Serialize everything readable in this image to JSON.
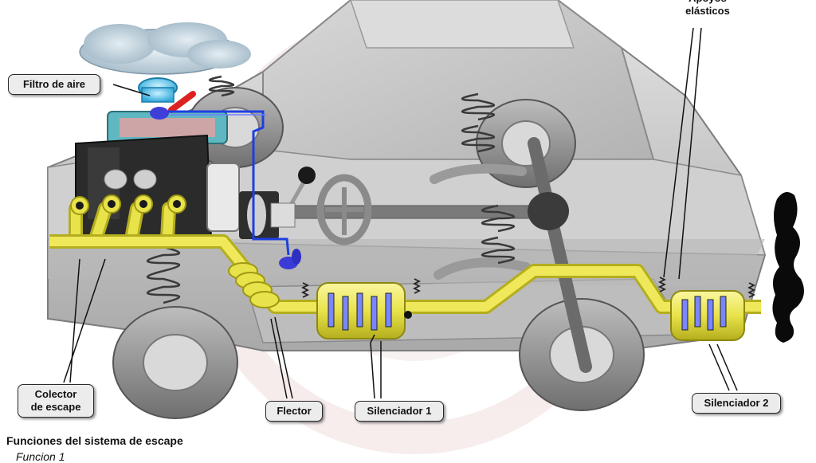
{
  "labels": {
    "air_filter": "Filtro de aire",
    "elastic_supports": "Apoyos\nelásticos",
    "exhaust_manifold": "Colector\nde escape",
    "flector": "Flector",
    "muffler_1": "Silenciador 1",
    "muffler_2": "Silenciador 2"
  },
  "caption": {
    "title": "Funciones del sistema de escape",
    "subtitle": "Funcion 1"
  },
  "colors": {
    "exhaust_pipe": "#e8e34a",
    "pipe_outline": "#b7b21c",
    "intake_line": "#1d3fe0",
    "body_panel": "#c9c9c9",
    "body_shadow": "#8e8e8e",
    "tire": "#9a9a9a",
    "engine_block": "#2b2b2b",
    "cloud": "#b9cdd9",
    "exhaust_smoke": "#0a0a0a",
    "spring": "#3a3a3a",
    "watermark": "#f3e6e6"
  }
}
